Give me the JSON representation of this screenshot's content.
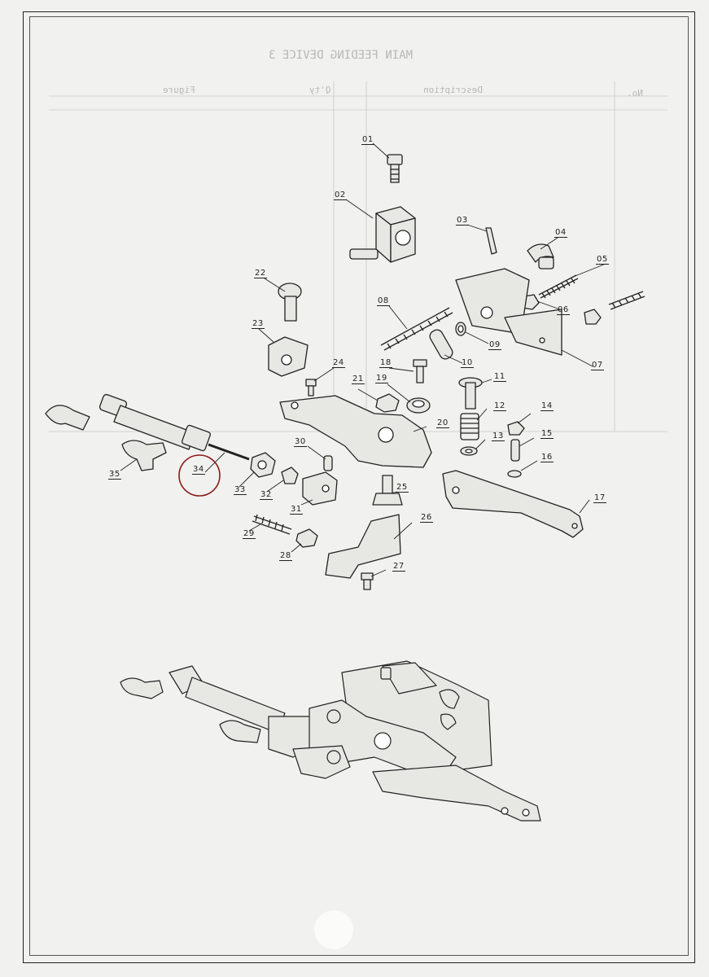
{
  "sheet": {
    "ghost_title": "MAIN FEEDING DEVICE 3",
    "ghost_headers": [
      "No.",
      "Description",
      "Q'ty",
      "Figure"
    ]
  },
  "parts": [
    {
      "num": "01"
    },
    {
      "num": "02"
    },
    {
      "num": "03"
    },
    {
      "num": "04"
    },
    {
      "num": "05"
    },
    {
      "num": "06"
    },
    {
      "num": "07"
    },
    {
      "num": "08"
    },
    {
      "num": "09"
    },
    {
      "num": "10"
    },
    {
      "num": "11"
    },
    {
      "num": "12"
    },
    {
      "num": "13"
    },
    {
      "num": "14"
    },
    {
      "num": "15"
    },
    {
      "num": "16"
    },
    {
      "num": "17"
    },
    {
      "num": "18"
    },
    {
      "num": "19"
    },
    {
      "num": "20"
    },
    {
      "num": "21"
    },
    {
      "num": "22"
    },
    {
      "num": "23"
    },
    {
      "num": "24"
    },
    {
      "num": "25"
    },
    {
      "num": "26"
    },
    {
      "num": "27"
    },
    {
      "num": "28"
    },
    {
      "num": "29"
    },
    {
      "num": "30"
    },
    {
      "num": "31"
    },
    {
      "num": "32"
    },
    {
      "num": "33"
    },
    {
      "num": "34"
    },
    {
      "num": "35"
    }
  ],
  "highlight": {
    "part": "34",
    "color": "#8b1a1a"
  }
}
